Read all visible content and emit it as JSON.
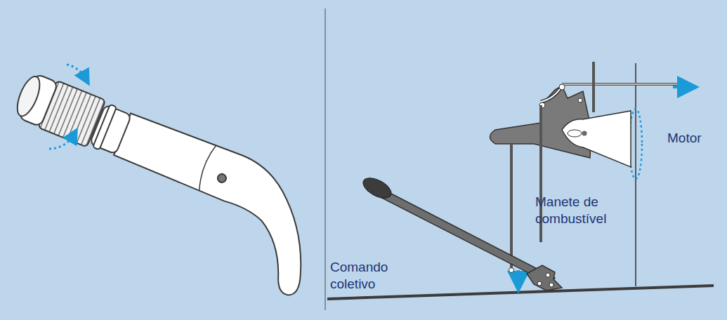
{
  "diagram": {
    "labels": [
      "Motor",
      "Manete de combustível",
      "Comando coletivo"
    ]
  }
}
